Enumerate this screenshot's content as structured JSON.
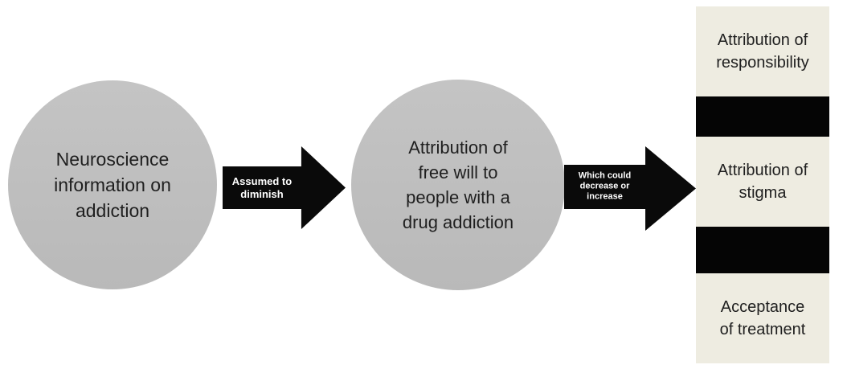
{
  "colors": {
    "background": "#ffffff",
    "circle_fill": "#bfbfbf",
    "arrow_fill": "#0a0a0a",
    "panel_background": "#eeece1",
    "bar_fill": "#050505",
    "node_text": "#1f1f1f",
    "arrow_text": "#ffffff"
  },
  "flowchart": {
    "circle1": {
      "text": "Neuroscience information on addiction",
      "lines": [
        "Neuroscience",
        "information on",
        "addiction"
      ]
    },
    "arrow1": {
      "text": "Assumed to diminish",
      "lines": [
        "Assumed to",
        "diminish"
      ]
    },
    "circle2": {
      "text": "Attribution of free will to people with a drug addiction",
      "lines": [
        "Attribution of",
        "free will to",
        "people with a",
        "drug addiction"
      ]
    },
    "arrow2": {
      "text": "Which could decrease or increase",
      "lines": [
        "Which could",
        "decrease or",
        "increase"
      ]
    },
    "outcomes": [
      {
        "text": "Attribution of responsibility",
        "lines": [
          "Attribution of",
          "responsibility"
        ]
      },
      {
        "text": "Attribution of stigma",
        "lines": [
          "Attribution of",
          "stigma"
        ]
      },
      {
        "text": "Acceptance of treatment",
        "lines": [
          "Acceptance",
          "of treatment"
        ]
      }
    ]
  }
}
